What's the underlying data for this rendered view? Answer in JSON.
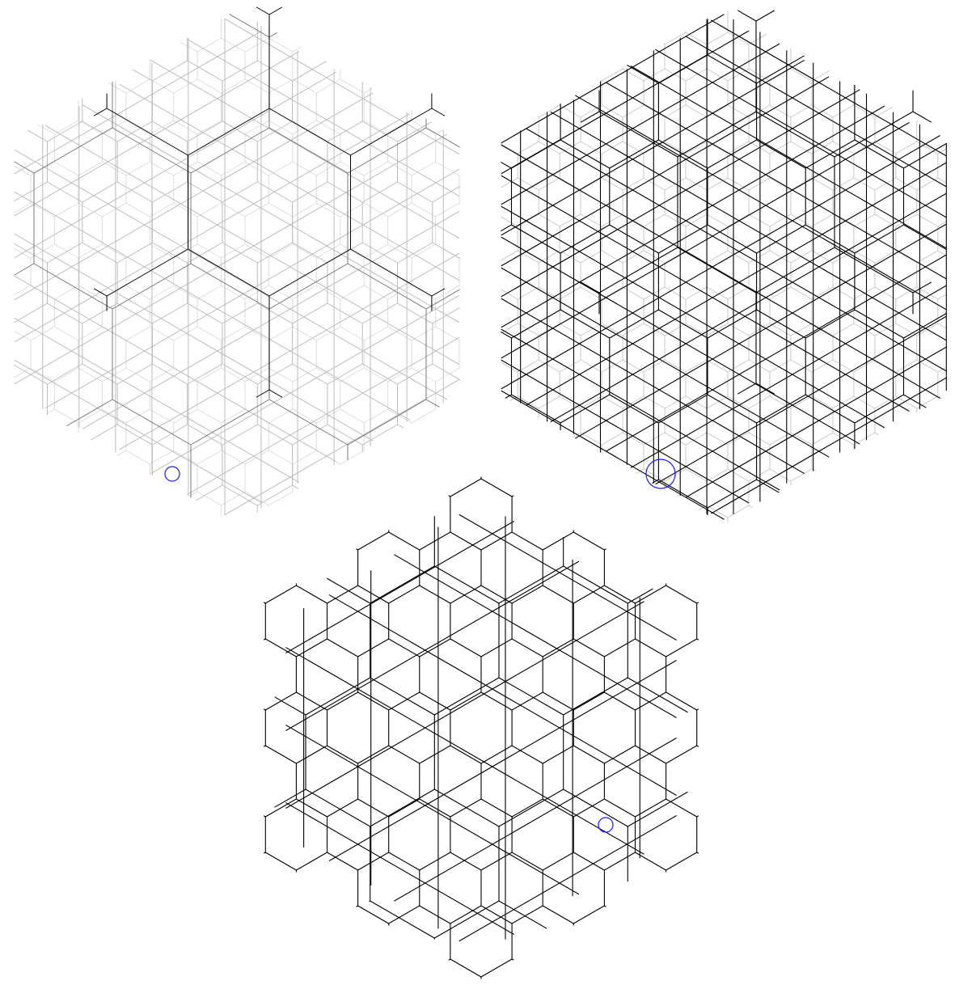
{
  "panels": [
    {
      "id": "panel-top-left",
      "description_hidden": true,
      "style": "layered-grey",
      "ink_colors": [
        "#000000",
        "#7a7a7a",
        "#bdbdbd",
        "#dddddd"
      ],
      "marker": {
        "color": "#1a1aff"
      }
    },
    {
      "id": "panel-top-right",
      "style": "dense-black",
      "ink_colors": [
        "#000000",
        "#888888",
        "#c8c8c8"
      ],
      "marker": {
        "color": "#1a1aff"
      }
    },
    {
      "id": "panel-bottom",
      "style": "single-layer-black",
      "ink_colors": [
        "#000000"
      ],
      "marker": {
        "color": "#1a1aff"
      }
    }
  ],
  "colors": {
    "background": "#ffffff",
    "line": "#000000",
    "marker": "#1a1aff"
  }
}
